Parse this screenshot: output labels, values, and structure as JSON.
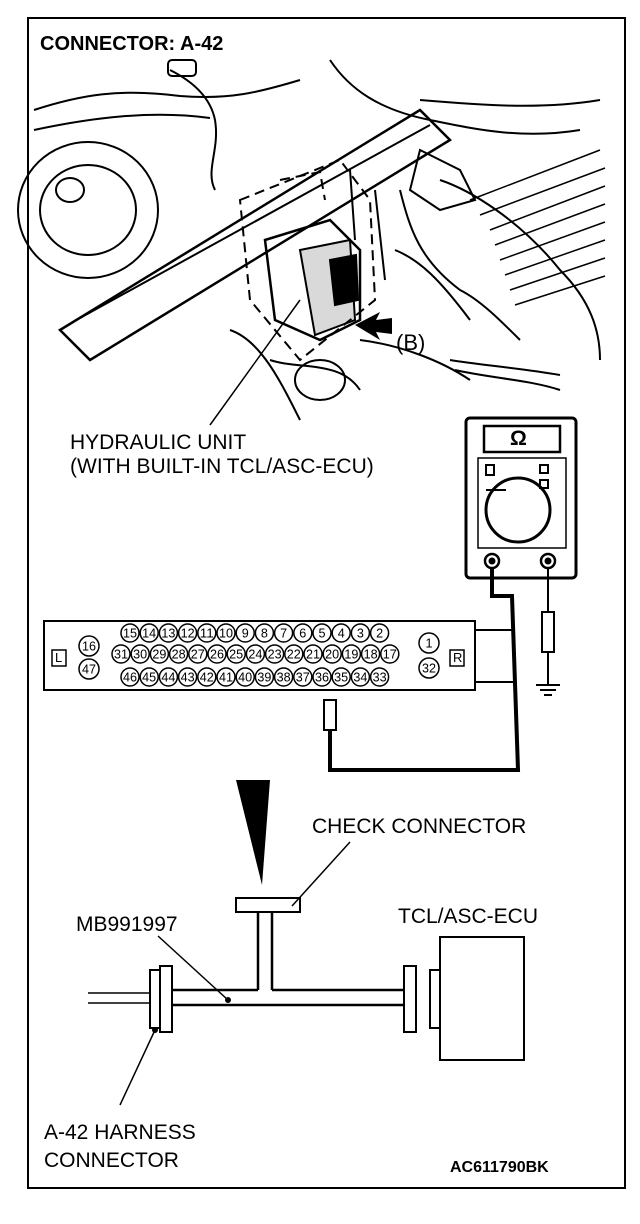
{
  "title": "CONNECTOR: A-42",
  "labels": {
    "hydraulic_unit_line1": "HYDRAULIC UNIT",
    "hydraulic_unit_line2": "(WITH BUILT-IN TCL/ASC-ECU)",
    "view_b": "(B)",
    "ohmmeter_symbol": "Ω",
    "check_connector": "CHECK CONNECTOR",
    "tool": "MB991997",
    "ecu": "TCL/ASC-ECU",
    "harness_line1": "A-42 HARNESS",
    "harness_line2": "CONNECTOR",
    "figure_code": "AC611790BK"
  },
  "connector": {
    "left_marker": "L",
    "right_marker": "R",
    "row1": [
      "15",
      "14",
      "13",
      "12",
      "11",
      "10",
      "9",
      "8",
      "7",
      "6",
      "5",
      "4",
      "3",
      "2"
    ],
    "row2": [
      "31",
      "30",
      "29",
      "28",
      "27",
      "26",
      "25",
      "24",
      "23",
      "22",
      "21",
      "20",
      "19",
      "18",
      "17"
    ],
    "row3": [
      "46",
      "45",
      "44",
      "43",
      "42",
      "41",
      "40",
      "39",
      "38",
      "37",
      "36",
      "35",
      "34",
      "33"
    ],
    "left_top": "16",
    "left_bottom": "47",
    "right_top": "1",
    "right_bottom": "32"
  }
}
